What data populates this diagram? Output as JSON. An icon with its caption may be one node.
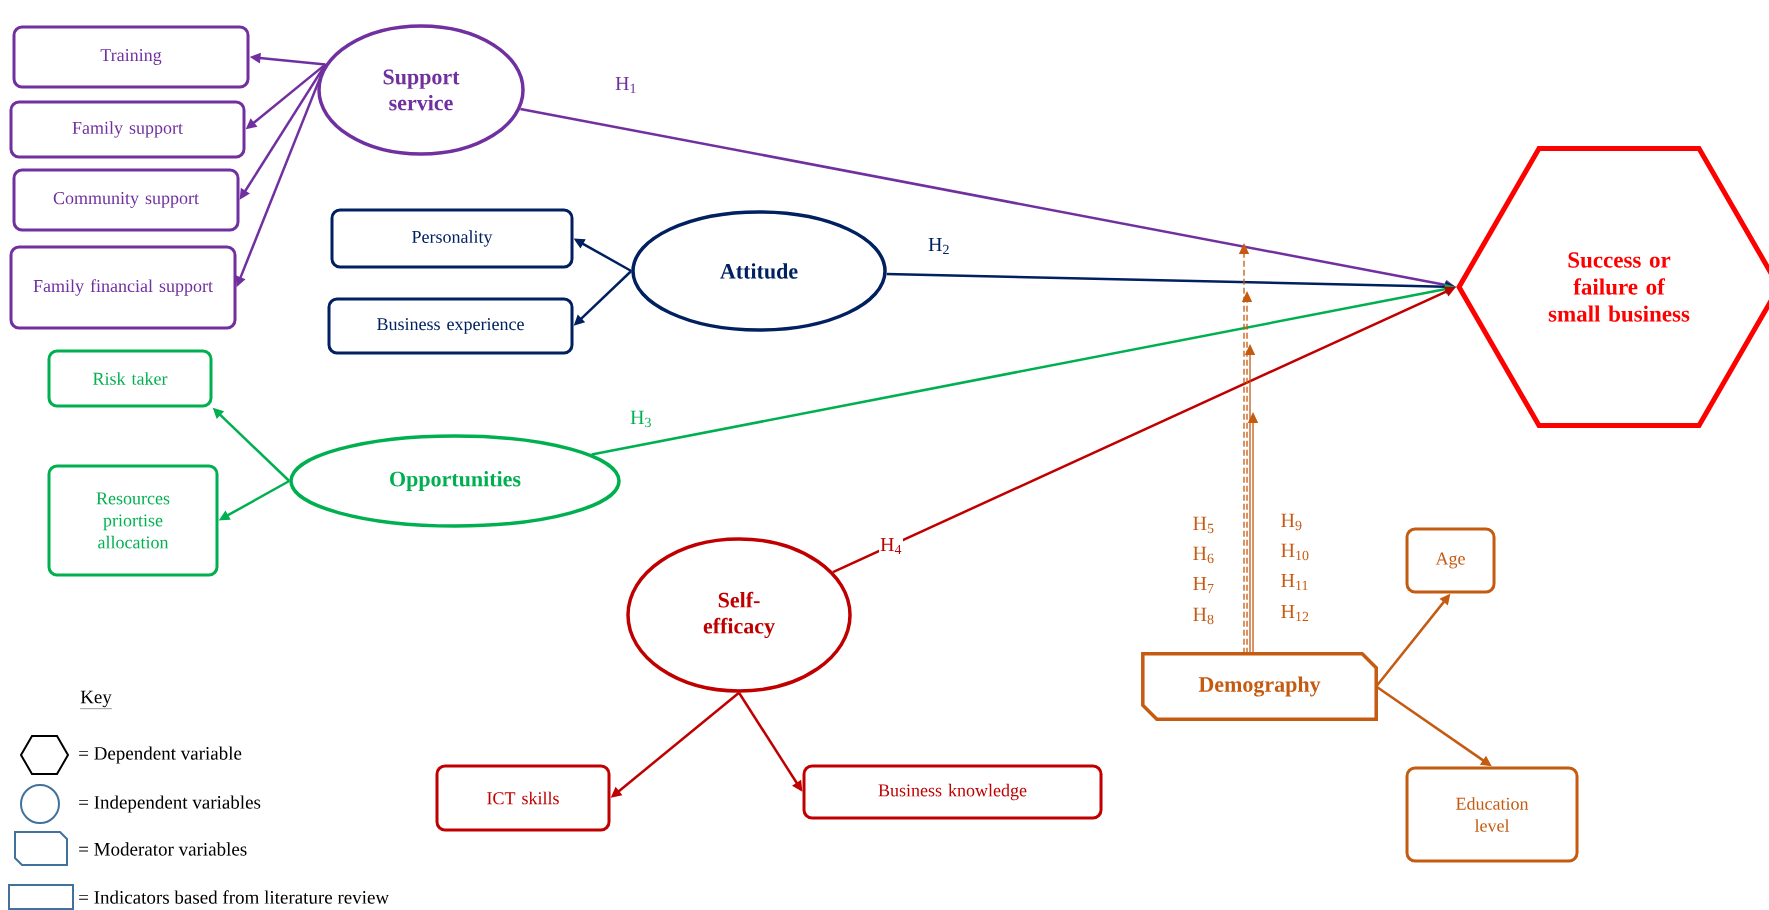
{
  "diagram": {
    "nodes": [
      {
        "text": [
          "Support service"
        ]
      },
      {
        "text": [
          "Training"
        ]
      },
      {
        "text": [
          "Family support"
        ]
      },
      {
        "text": [
          "Community support"
        ]
      },
      {
        "text": [
          "Family financial support"
        ]
      },
      {
        "text": [
          "Attitude"
        ]
      },
      {
        "text": [
          "Personality"
        ]
      },
      {
        "text": [
          "Business experience"
        ]
      },
      {
        "text": [
          "Opportunities"
        ]
      },
      {
        "text": [
          "Risk taker"
        ]
      },
      {
        "text": [
          "Resources priortise allocation"
        ]
      },
      {
        "text": [
          "Self-efficacy"
        ]
      },
      {
        "text": [
          "ICT skills"
        ]
      },
      {
        "text": [
          "Business knowledge"
        ]
      },
      {
        "text": [
          "Success or failure of small business"
        ]
      },
      {
        "text": [
          "Demography"
        ]
      },
      {
        "text": [
          "Age"
        ]
      },
      {
        "text": [
          "Education level"
        ]
      }
    ],
    "edges": [
      {
        "from": 0,
        "to": 1,
        "arrow": "to",
        "color": "#7030a0"
      },
      {
        "from": 0,
        "to": 2,
        "arrow": "to",
        "color": "#7030a0"
      },
      {
        "from": 0,
        "to": 3,
        "arrow": "to",
        "color": "#7030a0"
      },
      {
        "from": 0,
        "to": 4,
        "arrow": "to",
        "color": "#7030a0"
      },
      {
        "from": 5,
        "to": 6,
        "arrow": "to",
        "color": "#002060"
      },
      {
        "from": 5,
        "to": 7,
        "arrow": "to",
        "color": "#002060"
      },
      {
        "from": 8,
        "to": 9,
        "arrow": "to",
        "color": "#00b050"
      },
      {
        "from": 8,
        "to": 10,
        "arrow": "to",
        "color": "#00b050"
      },
      {
        "from": 11,
        "to": 12,
        "arrow": "to",
        "color": "#c00000"
      },
      {
        "from": 11,
        "to": 13,
        "arrow": "to",
        "color": "#c00000"
      },
      {
        "from": 15,
        "to": 16,
        "arrow": "to",
        "color": "#c55a11"
      },
      {
        "from": 15,
        "to": 17,
        "arrow": "to",
        "color": "#c55a11"
      },
      {
        "from": 0,
        "to": 14,
        "arrow": "to",
        "label": "H$_{1}$",
        "color": "#7030a0"
      },
      {
        "from": 5,
        "to": 14,
        "arrow": "to",
        "label": "H$_{2}$",
        "color": "#002060"
      },
      {
        "from": 8,
        "to": 14,
        "arrow": "to",
        "label": "H$_{3}$",
        "color": "#00b050"
      },
      {
        "from": 11,
        "to": 14,
        "arrow": "to",
        "label": "H$_{4}$",
        "color": "#c00000"
      },
      {
        "from": 15,
        "to": null,
        "arrow": "to",
        "style": "dashed",
        "color": "#c55a11"
      },
      {
        "from": 15,
        "to": null,
        "arrow": "to",
        "style": "dashed",
        "color": "#c55a11"
      },
      {
        "from": 15,
        "to": null,
        "arrow": "to",
        "color": "#c55a11"
      },
      {
        "from": 15,
        "to": null,
        "arrow": "to",
        "color": "#c55a11"
      }
    ],
    "labels": [
      "H$_{5}$",
      "H$_{9}$",
      "H$_{6}$",
      "H$_{10}$",
      "H$_{7}$",
      "H$_{11}$",
      "H$_{8}$",
      "H$_{12}$",
      "Key"
    ],
    "legend": [
      {
        "text": "= Dependent variable"
      },
      {
        "text": "= Independent variables"
      },
      {
        "text": "= Moderator variables"
      },
      {
        "text": "= Indicators based from literature review"
      }
    ]
  }
}
